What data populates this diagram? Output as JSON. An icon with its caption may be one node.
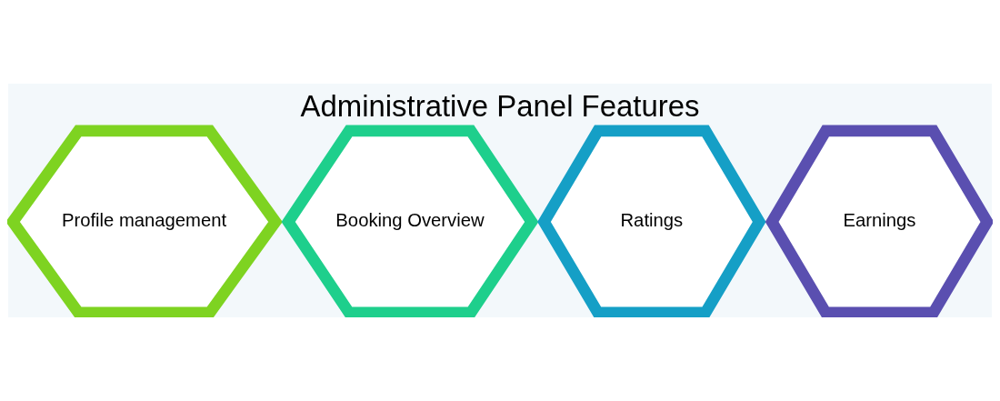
{
  "diagram": {
    "title": "Administrative Panel Features",
    "nodes": [
      {
        "text": [
          "Profile management"
        ]
      },
      {
        "text": [
          "Booking Overview"
        ]
      },
      {
        "text": [
          "Ratings"
        ]
      },
      {
        "text": [
          "Earnings"
        ]
      }
    ]
  }
}
